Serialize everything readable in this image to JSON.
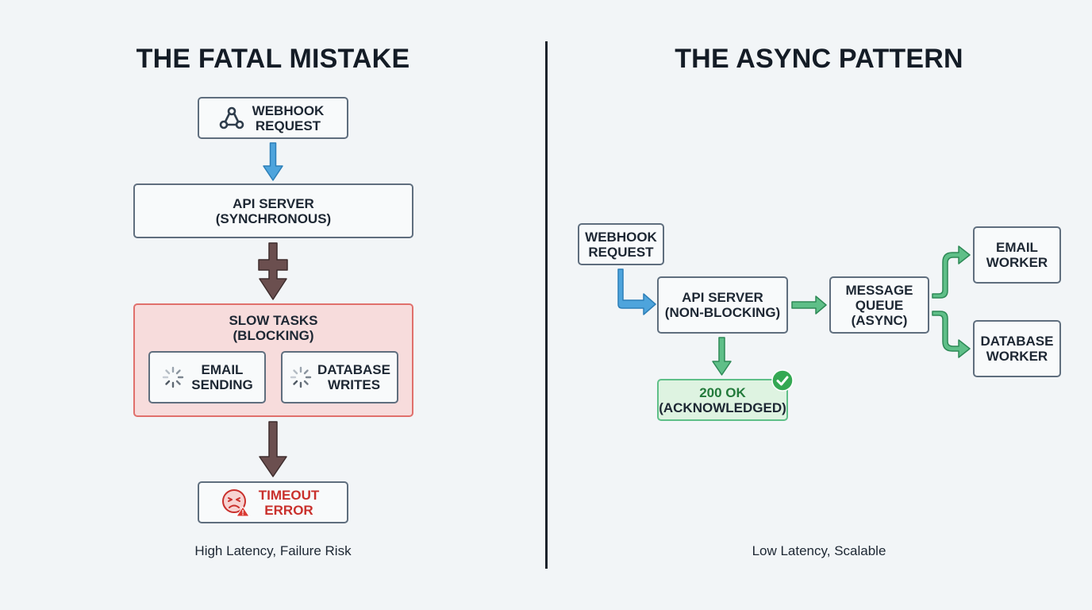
{
  "left_panel": {
    "title": "THE FATAL MISTAKE",
    "webhook_request": [
      "WEBHOOK",
      "REQUEST"
    ],
    "api_server": [
      "API SERVER",
      "(SYNCHRONOUS)"
    ],
    "slow_tasks": {
      "title": [
        "SLOW TASKS",
        "(BLOCKING)"
      ],
      "email_task": [
        "EMAIL",
        "SENDING"
      ],
      "database_task": [
        "DATABASE",
        "WRITES"
      ]
    },
    "timeout_error": [
      "TIMEOUT",
      "ERROR"
    ],
    "caption": "High Latency, Failure Risk"
  },
  "right_panel": {
    "title": "THE ASYNC PATTERN",
    "webhook_request": [
      "WEBHOOK",
      "REQUEST"
    ],
    "api_server": [
      "API SERVER",
      "(NON-BLOCKING)"
    ],
    "message_queue": [
      "MESSAGE",
      "QUEUE",
      "(ASYNC)"
    ],
    "email_worker": [
      "EMAIL",
      "WORKER"
    ],
    "database_worker": [
      "DATABASE",
      "WORKER"
    ],
    "response": [
      "200 OK",
      "(ACKNOWLEDGED)"
    ],
    "caption": "Low Latency, Scalable"
  },
  "colors": {
    "sync_arrow": "#6b4f4f",
    "request_arrow": "#4ea4dc",
    "async_arrow": "#5fbf88",
    "error_red": "#c9302c",
    "blocking_fill": "#f7dcdc",
    "success_fill": "#def3e1",
    "success_text": "#237a3b"
  },
  "icons": {
    "webhook": "webhook-icon",
    "spinner": "loading-spinner-icon",
    "error": "angry-face-warning-icon",
    "success": "checkmark-circle-icon"
  }
}
